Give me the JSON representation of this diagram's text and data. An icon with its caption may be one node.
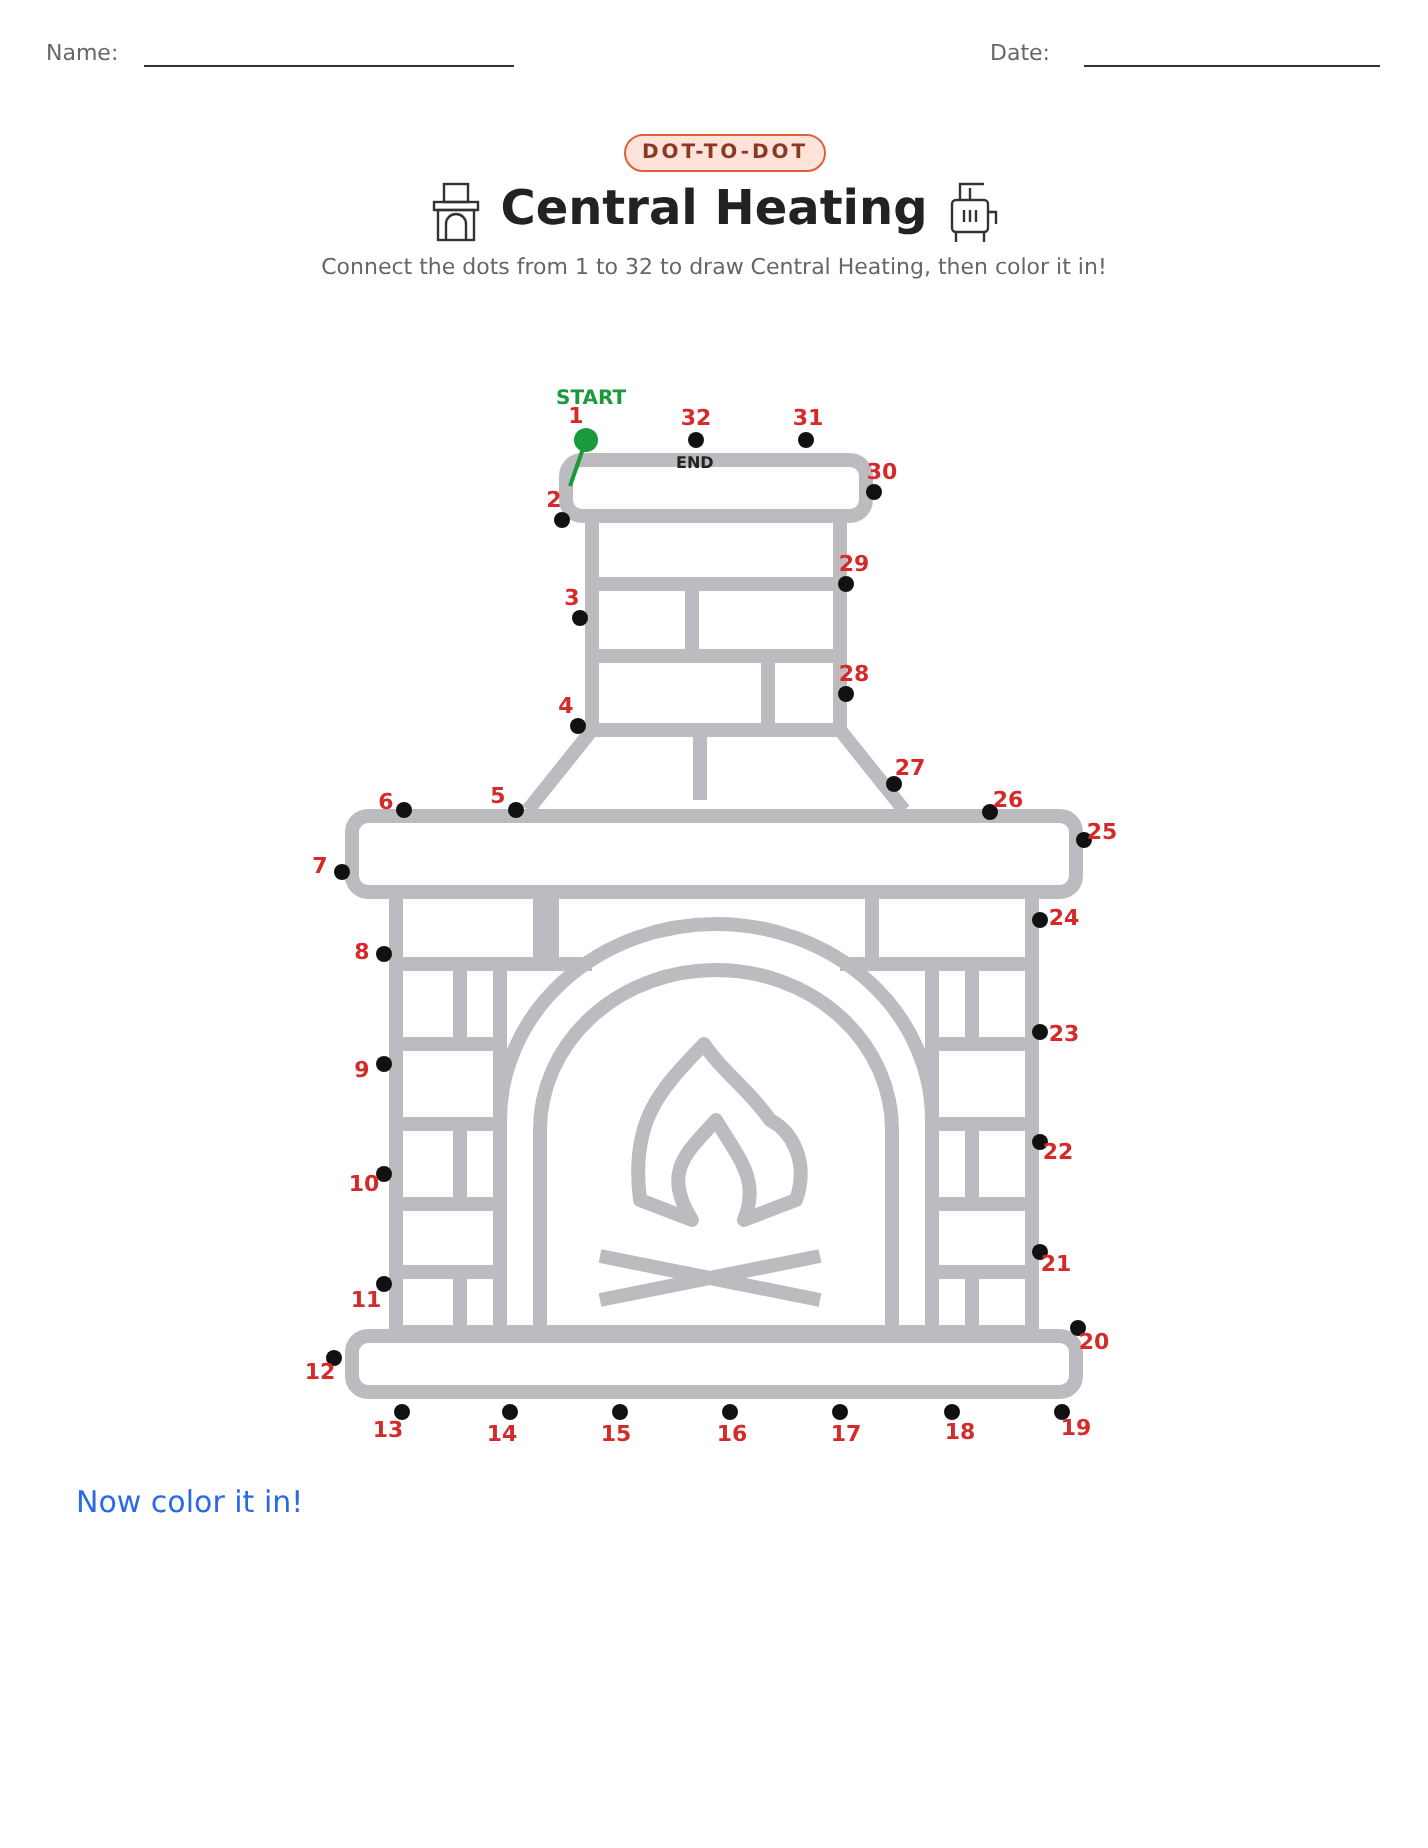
{
  "diagram": {
    "title": "Central Heating",
    "labels": [
      "Name:",
      "Date:",
      "DOT-TO-DOT",
      "Connect the dots from 1 to 32 to draw Central Heating, then color it in!",
      "START",
      "1",
      "32",
      "31",
      "END",
      "2",
      "30",
      "29",
      "3",
      "28",
      "4",
      "27",
      "6",
      "5",
      "26",
      "25",
      "7",
      "24",
      "8",
      "23",
      "9",
      "22",
      "10",
      "21",
      "11",
      "20",
      "12",
      "13",
      "14",
      "15",
      "16",
      "17",
      "18",
      "19",
      "Now color it in!"
    ]
  }
}
